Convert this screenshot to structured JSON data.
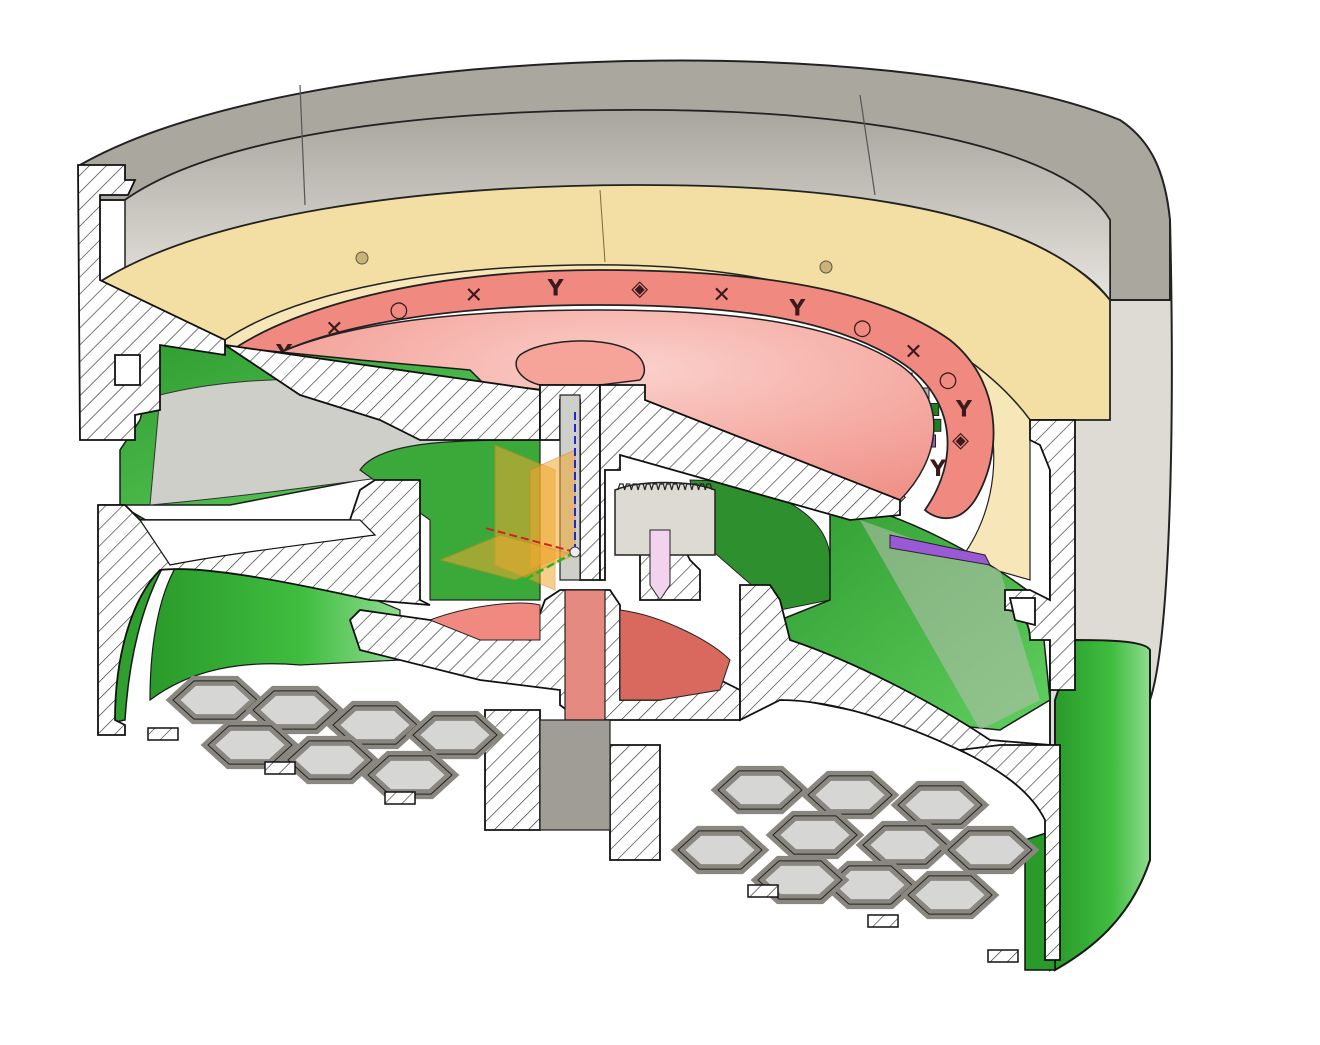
{
  "colors": {
    "shell": "#b9b6ad",
    "shell_dark": "#8f8c84",
    "cream": "#f3dfa3",
    "salmon": "#f3877c",
    "salmon_light": "#f7b2ab",
    "green": "#3bb23b",
    "green_dark": "#1f7f23",
    "purple": "#9a5ad6",
    "hatch_bg": "#ffffff",
    "hatch_line": "#444444",
    "axis_orange": "#f0a830",
    "axis_x": "#d62020",
    "axis_y": "#22b822",
    "axis_z": "#2222d6"
  },
  "ring_symbols": [
    "Y",
    "▣",
    "Y",
    "✕",
    "○",
    "✕",
    "Y",
    "◈",
    "✕",
    "Y",
    "○",
    "✕",
    "○",
    "Y",
    "◈",
    "Y",
    "◈",
    "Y"
  ],
  "icons": {
    "origin": "origin-axes-icon"
  }
}
